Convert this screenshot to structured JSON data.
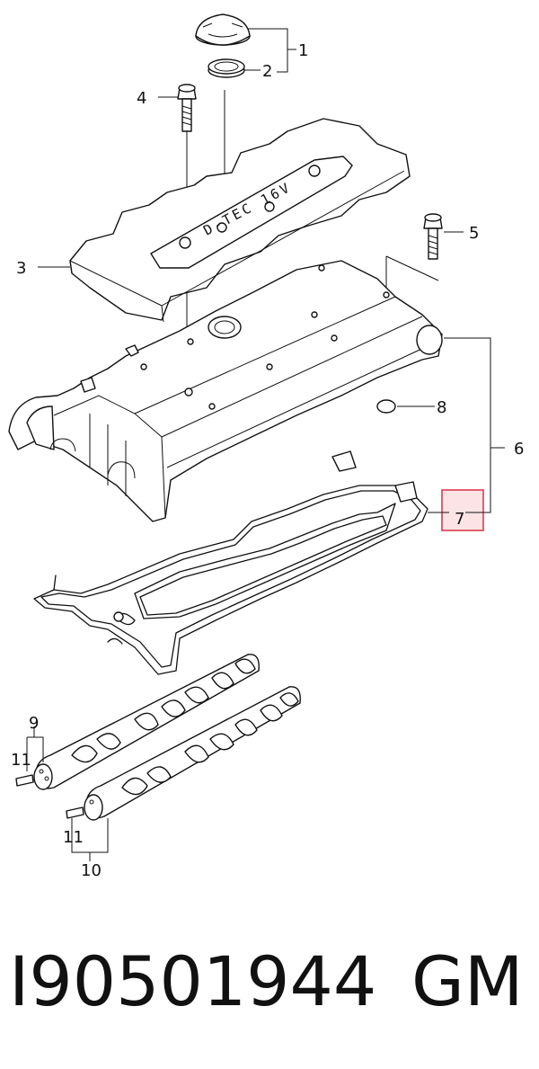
{
  "diagram": {
    "callouts": {
      "c1": "1",
      "c2": "2",
      "c3": "3",
      "c4": "4",
      "c5": "5",
      "c6": "6",
      "c7": "7",
      "c8": "8",
      "c9": "9",
      "c10": "10",
      "c11a": "11",
      "c11b": "11"
    },
    "cover_text": "D-TEC 16V",
    "highlight_color": "#e05060",
    "highlight_fill": "#fbe3e6"
  },
  "caption": {
    "part_number": "I90501944",
    "brand": "GM"
  }
}
